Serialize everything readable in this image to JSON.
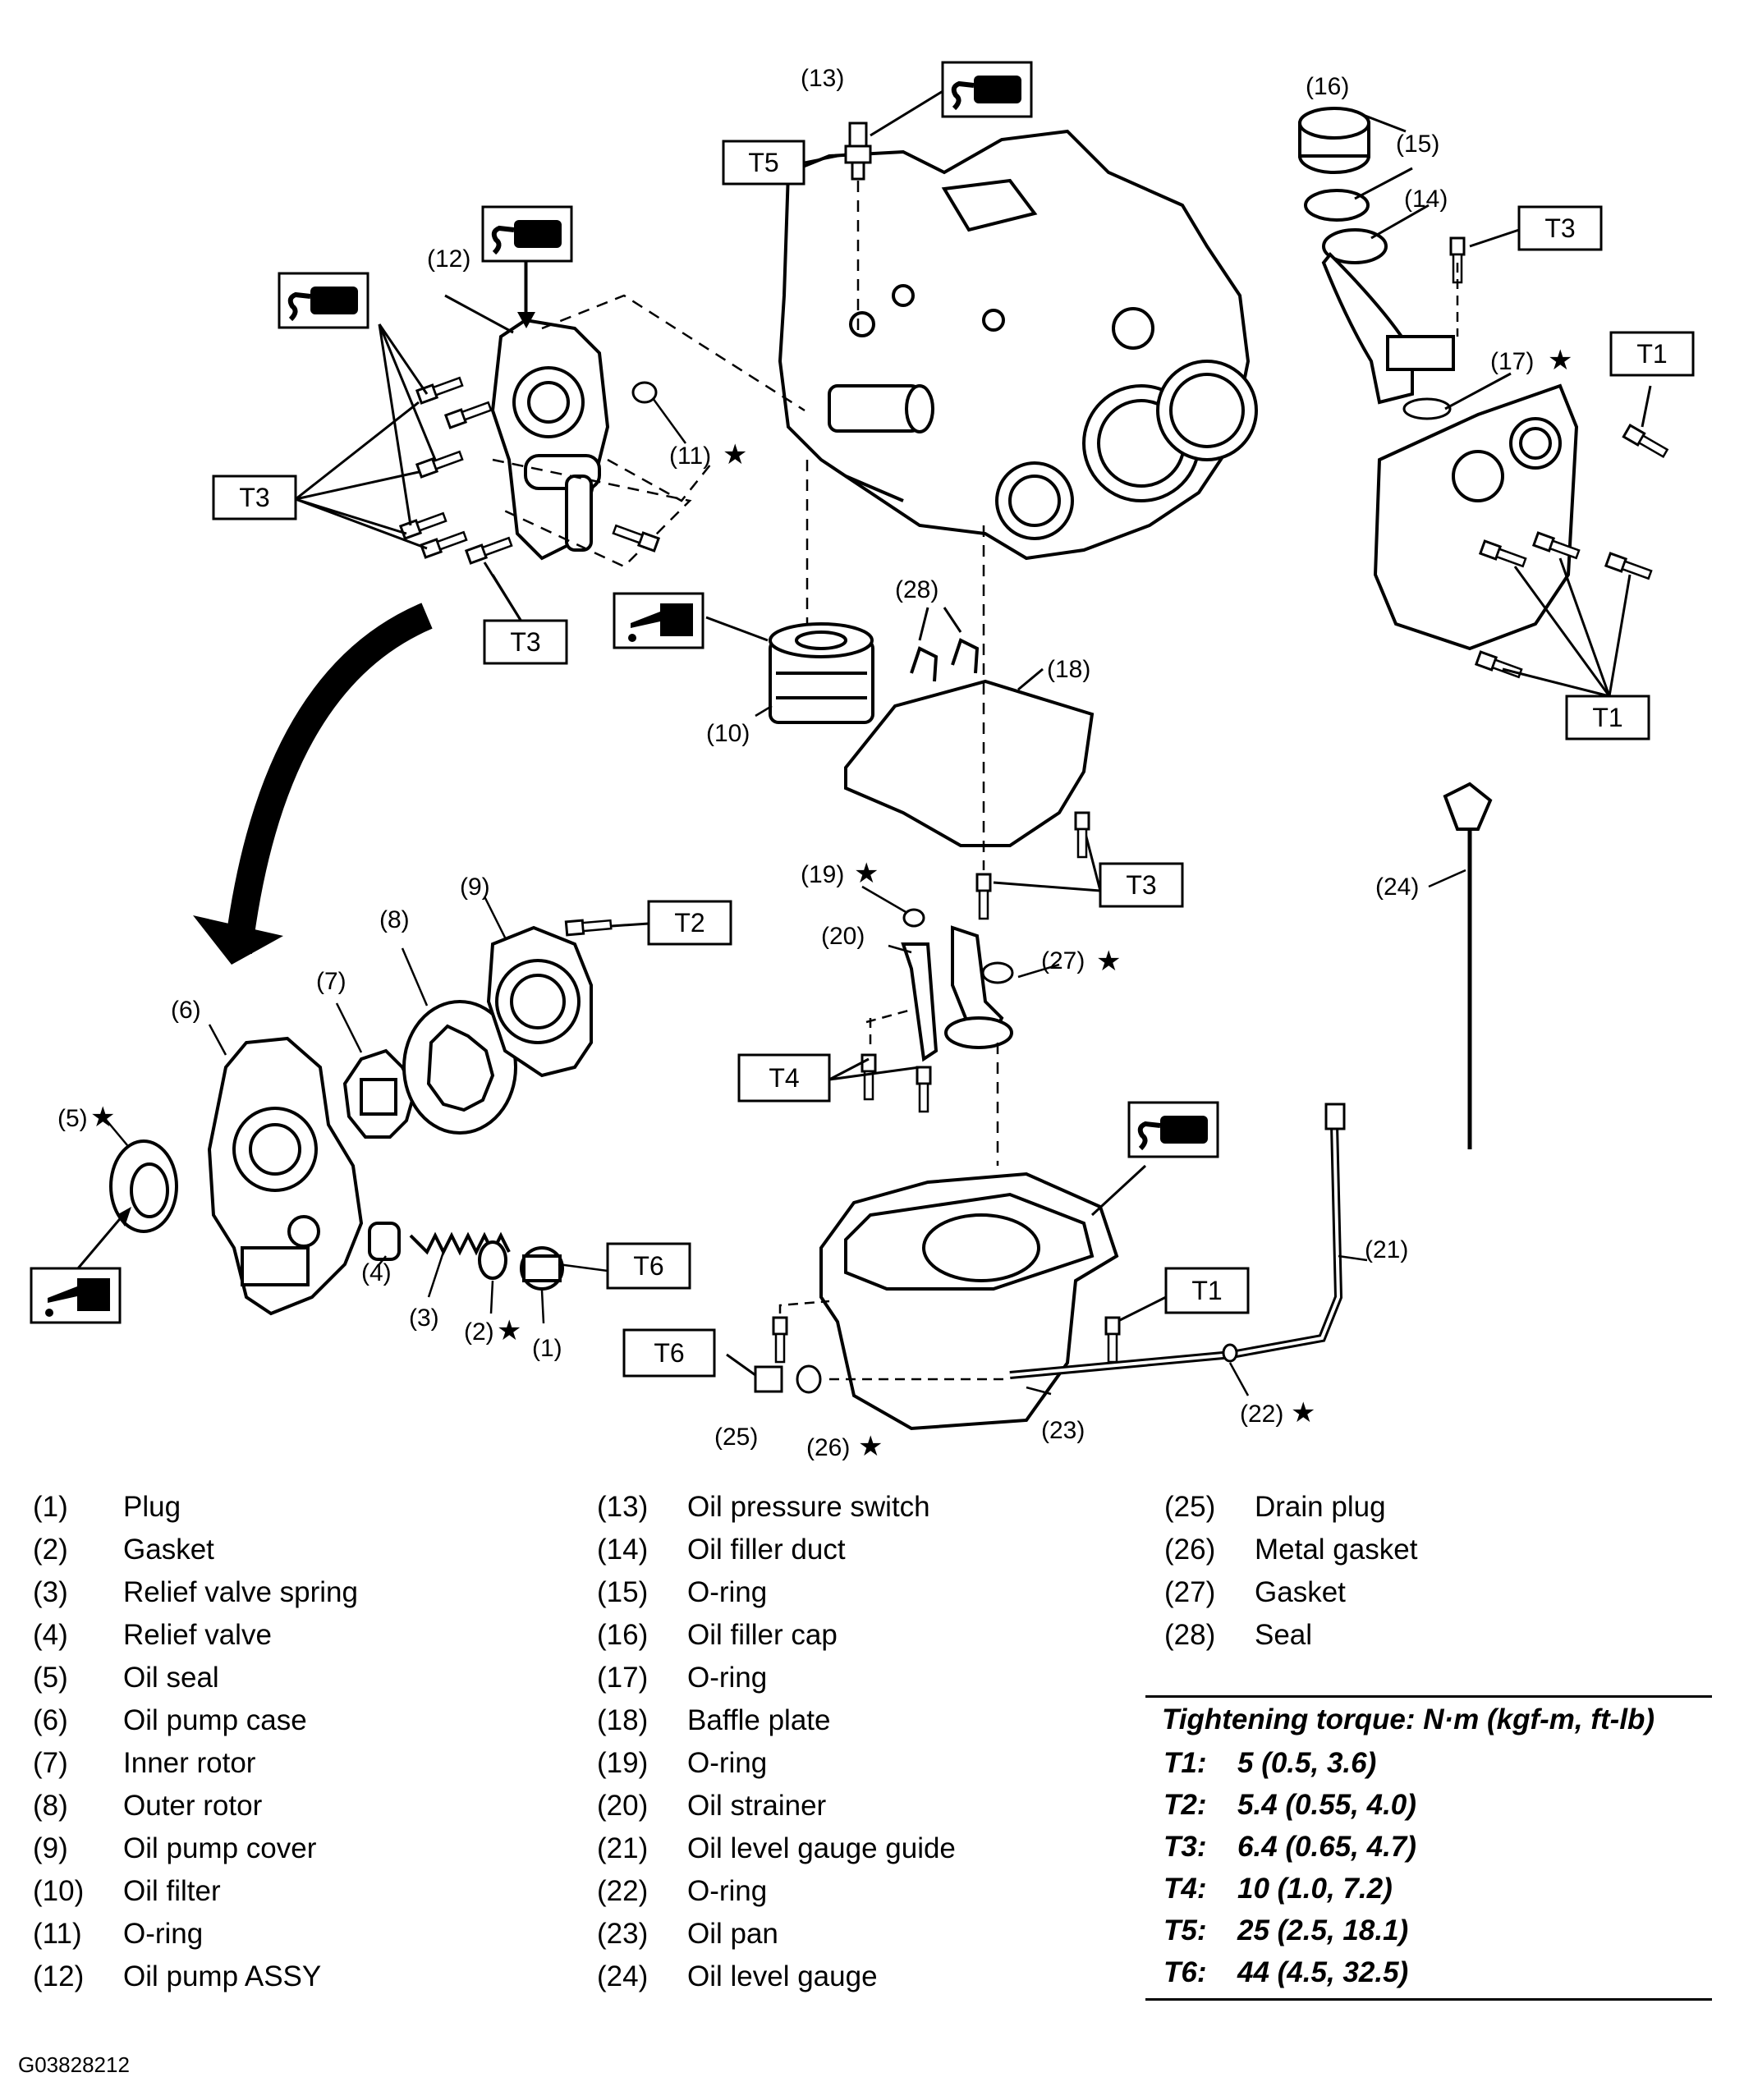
{
  "callouts": {
    "c1": "(1)",
    "c2": "(2)",
    "c3": "(3)",
    "c4": "(4)",
    "c5": "(5)",
    "c6": "(6)",
    "c7": "(7)",
    "c8": "(8)",
    "c9": "(9)",
    "c10": "(10)",
    "c11": "(11)",
    "c12": "(12)",
    "c13": "(13)",
    "c14": "(14)",
    "c15": "(15)",
    "c16": "(16)",
    "c17": "(17)",
    "c18": "(18)",
    "c19": "(19)",
    "c20": "(20)",
    "c21": "(21)",
    "c22": "(22)",
    "c23": "(23)",
    "c24": "(24)",
    "c25": "(25)",
    "c26": "(26)",
    "c27": "(27)",
    "c28": "(28)"
  },
  "torque_labels": {
    "T1": "T1",
    "T2": "T2",
    "T3": "T3",
    "T4": "T4",
    "T5": "T5",
    "T6": "T6"
  },
  "star_symbol": "★",
  "legend": [
    {
      "num": "(1)",
      "label": "Plug"
    },
    {
      "num": "(2)",
      "label": "Gasket"
    },
    {
      "num": "(3)",
      "label": "Relief valve spring"
    },
    {
      "num": "(4)",
      "label": "Relief valve"
    },
    {
      "num": "(5)",
      "label": "Oil seal"
    },
    {
      "num": "(6)",
      "label": "Oil pump case"
    },
    {
      "num": "(7)",
      "label": "Inner rotor"
    },
    {
      "num": "(8)",
      "label": "Outer rotor"
    },
    {
      "num": "(9)",
      "label": "Oil pump cover"
    },
    {
      "num": "(10)",
      "label": "Oil filter"
    },
    {
      "num": "(11)",
      "label": "O-ring"
    },
    {
      "num": "(12)",
      "label": "Oil pump ASSY"
    },
    {
      "num": "(13)",
      "label": "Oil pressure switch"
    },
    {
      "num": "(14)",
      "label": "Oil filler duct"
    },
    {
      "num": "(15)",
      "label": "O-ring"
    },
    {
      "num": "(16)",
      "label": "Oil filler cap"
    },
    {
      "num": "(17)",
      "label": "O-ring"
    },
    {
      "num": "(18)",
      "label": "Baffle plate"
    },
    {
      "num": "(19)",
      "label": "O-ring"
    },
    {
      "num": "(20)",
      "label": "Oil strainer"
    },
    {
      "num": "(21)",
      "label": "Oil level gauge guide"
    },
    {
      "num": "(22)",
      "label": "O-ring"
    },
    {
      "num": "(23)",
      "label": "Oil pan"
    },
    {
      "num": "(24)",
      "label": "Oil level gauge"
    },
    {
      "num": "(25)",
      "label": "Drain plug"
    },
    {
      "num": "(26)",
      "label": "Metal gasket"
    },
    {
      "num": "(27)",
      "label": "Gasket"
    },
    {
      "num": "(28)",
      "label": "Seal"
    }
  ],
  "torque": {
    "title": "Tightening torque: N·m (kgf-m, ft-lb)",
    "rows": [
      {
        "key": "T1:",
        "value": "5 (0.5, 3.6)"
      },
      {
        "key": "T2:",
        "value": "5.4 (0.55, 4.0)"
      },
      {
        "key": "T3:",
        "value": "6.4 (0.65, 4.7)"
      },
      {
        "key": "T4:",
        "value": "10 (1.0, 7.2)"
      },
      {
        "key": "T5:",
        "value": "25 (2.5, 18.1)"
      },
      {
        "key": "T6:",
        "value": "44 (4.5, 32.5)"
      }
    ]
  },
  "figure_code": "G03828212"
}
